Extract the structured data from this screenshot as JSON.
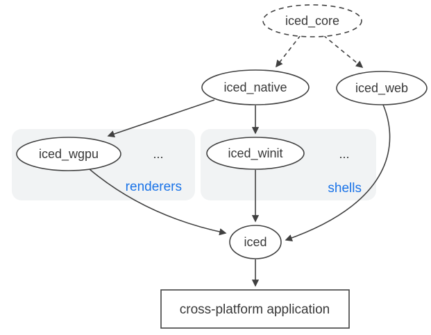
{
  "diagram": {
    "nodes": [
      {
        "id": "iced_core",
        "label": "iced_core",
        "shape": "ellipse",
        "style": "dashed"
      },
      {
        "id": "iced_native",
        "label": "iced_native",
        "shape": "ellipse",
        "style": "solid"
      },
      {
        "id": "iced_web",
        "label": "iced_web",
        "shape": "ellipse",
        "style": "solid"
      },
      {
        "id": "iced_wgpu",
        "label": "iced_wgpu",
        "shape": "ellipse",
        "style": "solid",
        "group": "renderers"
      },
      {
        "id": "iced_winit",
        "label": "iced_winit",
        "shape": "ellipse",
        "style": "solid",
        "group": "shells"
      },
      {
        "id": "iced",
        "label": "iced",
        "shape": "ellipse",
        "style": "solid"
      },
      {
        "id": "app",
        "label": "cross-platform application",
        "shape": "rectangle",
        "style": "solid"
      }
    ],
    "groups": [
      {
        "id": "renderers",
        "label": "renderers",
        "ellipsis": "..."
      },
      {
        "id": "shells",
        "label": "shells",
        "ellipsis": "..."
      }
    ],
    "edges": [
      {
        "from": "iced_core",
        "to": "iced_native",
        "style": "dashed"
      },
      {
        "from": "iced_core",
        "to": "iced_web",
        "style": "dashed"
      },
      {
        "from": "iced_native",
        "to": "iced_wgpu",
        "style": "solid"
      },
      {
        "from": "iced_native",
        "to": "iced_winit",
        "style": "solid"
      },
      {
        "from": "iced_wgpu",
        "to": "iced",
        "style": "solid"
      },
      {
        "from": "iced_winit",
        "to": "iced",
        "style": "solid"
      },
      {
        "from": "iced_web",
        "to": "iced",
        "style": "solid"
      },
      {
        "from": "iced",
        "to": "app",
        "style": "solid"
      }
    ],
    "colors": {
      "stroke": "#404040",
      "node_fill": "#ffffff",
      "text": "#383838",
      "group_bg": "#f1f3f4",
      "group_label": "#1a73e8",
      "canvas_bg": "#ffffff"
    }
  }
}
